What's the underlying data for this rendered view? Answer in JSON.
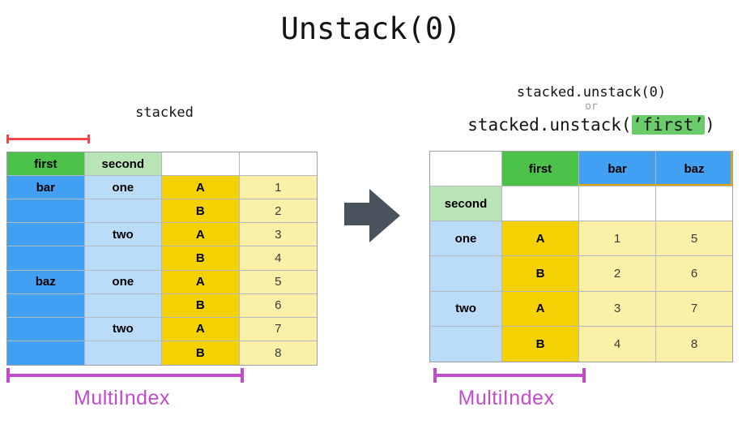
{
  "title": "Unstack(0)",
  "left_panel": {
    "caption": "stacked",
    "multiindex_label": "MultiIndex",
    "table": {
      "rows": [
        [
          [
            "first",
            "green"
          ],
          [
            "second",
            "lightGreen"
          ],
          [
            "",
            "white"
          ],
          [
            "",
            "white"
          ]
        ],
        [
          [
            "bar",
            "blue"
          ],
          [
            "one",
            "lightBlue"
          ],
          [
            "A",
            "gold"
          ],
          [
            "1",
            "lightYellow"
          ]
        ],
        [
          [
            "",
            "blue"
          ],
          [
            "",
            "lightBlue"
          ],
          [
            "B",
            "gold"
          ],
          [
            "2",
            "lightYellow"
          ]
        ],
        [
          [
            "",
            "blue"
          ],
          [
            "two",
            "lightBlue"
          ],
          [
            "A",
            "gold"
          ],
          [
            "3",
            "lightYellow"
          ]
        ],
        [
          [
            "",
            "blue"
          ],
          [
            "",
            "lightBlue"
          ],
          [
            "B",
            "gold"
          ],
          [
            "4",
            "lightYellow"
          ]
        ],
        [
          [
            "baz",
            "blue"
          ],
          [
            "one",
            "lightBlue"
          ],
          [
            "A",
            "gold"
          ],
          [
            "5",
            "lightYellow"
          ]
        ],
        [
          [
            "",
            "blue"
          ],
          [
            "",
            "lightBlue"
          ],
          [
            "B",
            "gold"
          ],
          [
            "6",
            "lightYellow"
          ]
        ],
        [
          [
            "",
            "blue"
          ],
          [
            "two",
            "lightBlue"
          ],
          [
            "A",
            "gold"
          ],
          [
            "7",
            "lightYellow"
          ]
        ],
        [
          [
            "",
            "blue"
          ],
          [
            "",
            "lightBlue"
          ],
          [
            "B",
            "gold"
          ],
          [
            "8",
            "lightYellow"
          ]
        ]
      ]
    }
  },
  "right_panel": {
    "code_line_1": "stacked.unstack(0)",
    "code_or": "or",
    "code_line_2": {
      "prefix": "stacked.unstack(",
      "highlight": "‘first’",
      "suffix": ")"
    },
    "multiindex_label": "MultiIndex",
    "table": {
      "rows": [
        [
          [
            "",
            "white"
          ],
          [
            "first",
            "green"
          ],
          [
            "bar",
            "blue",
            "goldBottom"
          ],
          [
            "baz",
            "blue",
            "goldBottomRight"
          ]
        ],
        [
          [
            "second",
            "lightGreen"
          ],
          [
            "",
            "white"
          ],
          [
            "",
            "white"
          ],
          [
            "",
            "white"
          ]
        ],
        [
          [
            "one",
            "lightBlue"
          ],
          [
            "A",
            "gold"
          ],
          [
            "1",
            "lightYellow"
          ],
          [
            "5",
            "lightYellow"
          ]
        ],
        [
          [
            "",
            "lightBlue"
          ],
          [
            "B",
            "gold"
          ],
          [
            "2",
            "lightYellow"
          ],
          [
            "6",
            "lightYellow"
          ]
        ],
        [
          [
            "two",
            "lightBlue"
          ],
          [
            "A",
            "gold"
          ],
          [
            "3",
            "lightYellow"
          ],
          [
            "7",
            "lightYellow"
          ]
        ],
        [
          [
            "",
            "lightBlue"
          ],
          [
            "B",
            "gold"
          ],
          [
            "4",
            "lightYellow"
          ],
          [
            "8",
            "lightYellow"
          ]
        ]
      ]
    }
  },
  "icons": {
    "arrow": "right-arrow-icon",
    "left_span": "red-measure-bracket",
    "multiindex_span": "multiindex-bracket"
  },
  "colors": {
    "green": "#4DC24A",
    "lightGreen": "#B9E4B5",
    "blue": "#42A0F2",
    "lightBlue": "#BBDCF8",
    "gold": "#F4D103",
    "lightYellow": "#FBF0A8",
    "white": "#FFFFFF",
    "magenta": "#C24BCB",
    "red": "#F04848",
    "arrow": "#49535E",
    "codeHighlight": "#6CCC6C",
    "orGray": "#9E9E9E",
    "goldEdge": "#E2A400"
  }
}
